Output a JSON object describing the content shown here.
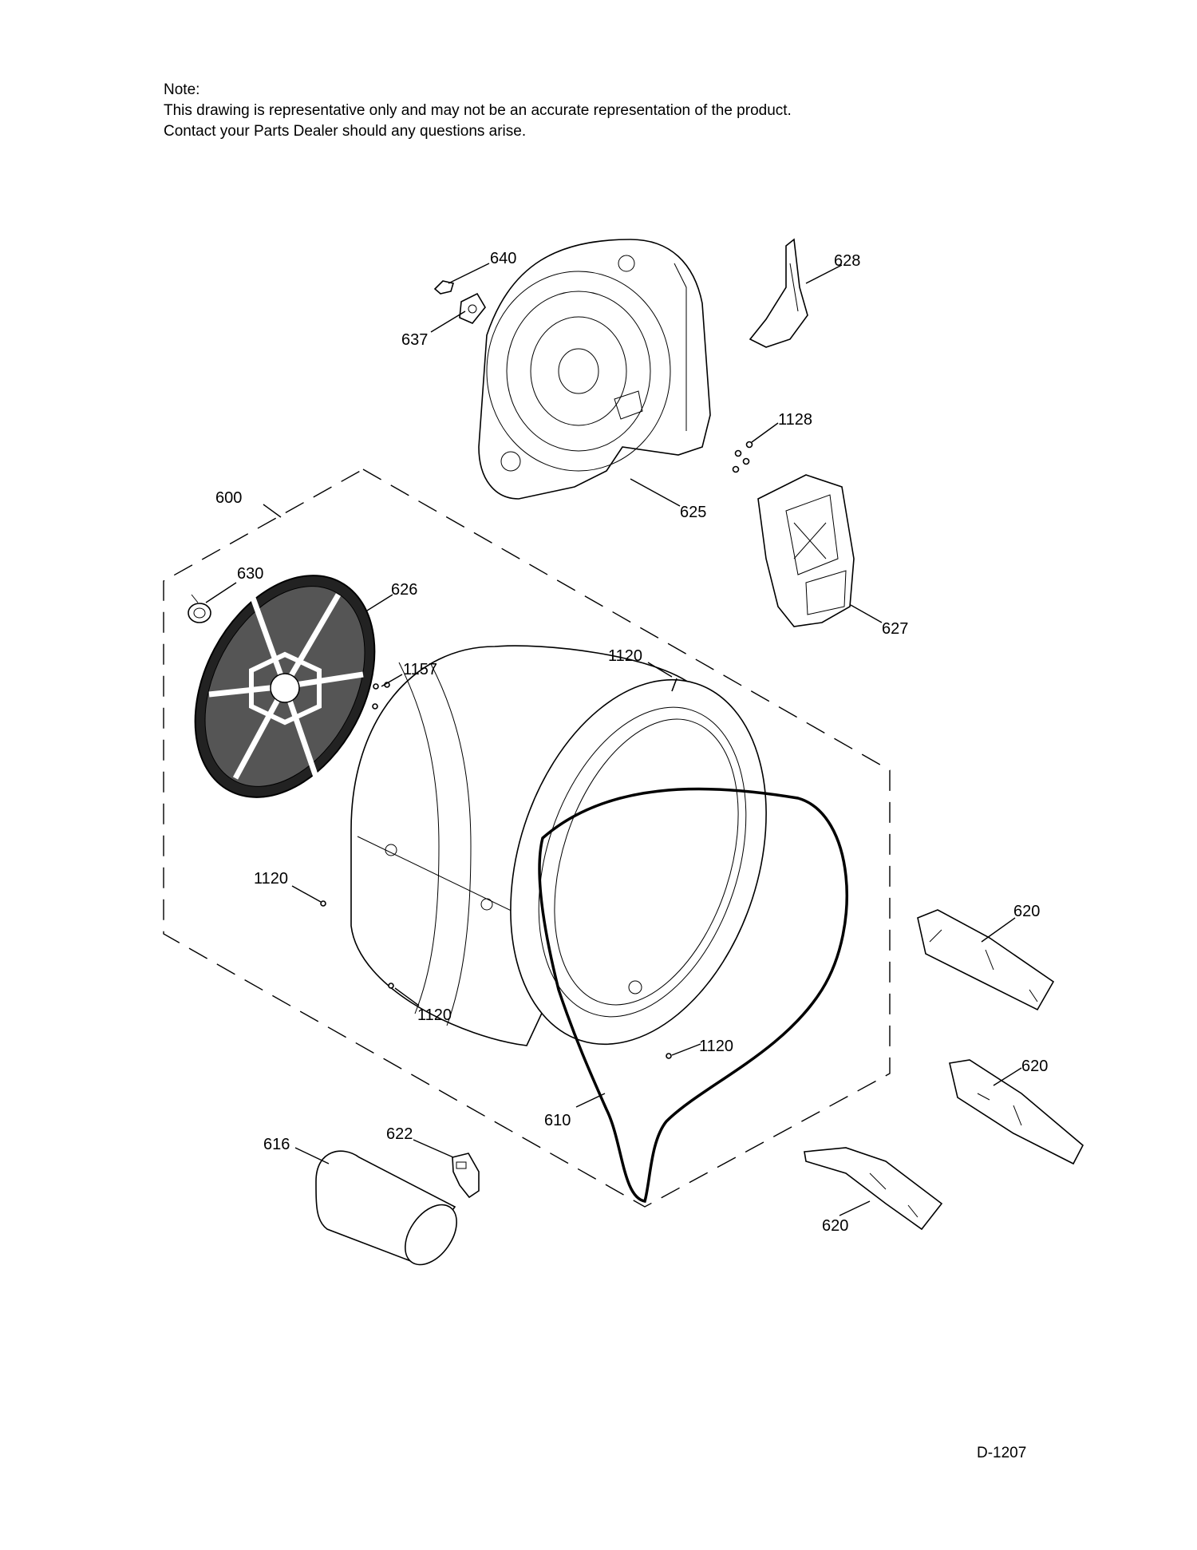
{
  "note": {
    "heading": "Note:",
    "line1": "This drawing is representative only and may not be an accurate representation of the product.",
    "line2": "Contact your Parts Dealer should any questions arise."
  },
  "callouts": {
    "p640": "640",
    "p628": "628",
    "p637": "637",
    "p1128": "1128",
    "p600": "600",
    "p625": "625",
    "p630": "630",
    "p626": "626",
    "p627": "627",
    "p1120_top": "1120",
    "p1157": "1157",
    "p1120_left": "1120",
    "p620_a": "620",
    "p1120_bottom": "1120",
    "p1120_right": "1120",
    "p620_b": "620",
    "p610": "610",
    "p616": "616",
    "p622": "622",
    "p620_c": "620"
  },
  "doc_id": "D-1207"
}
